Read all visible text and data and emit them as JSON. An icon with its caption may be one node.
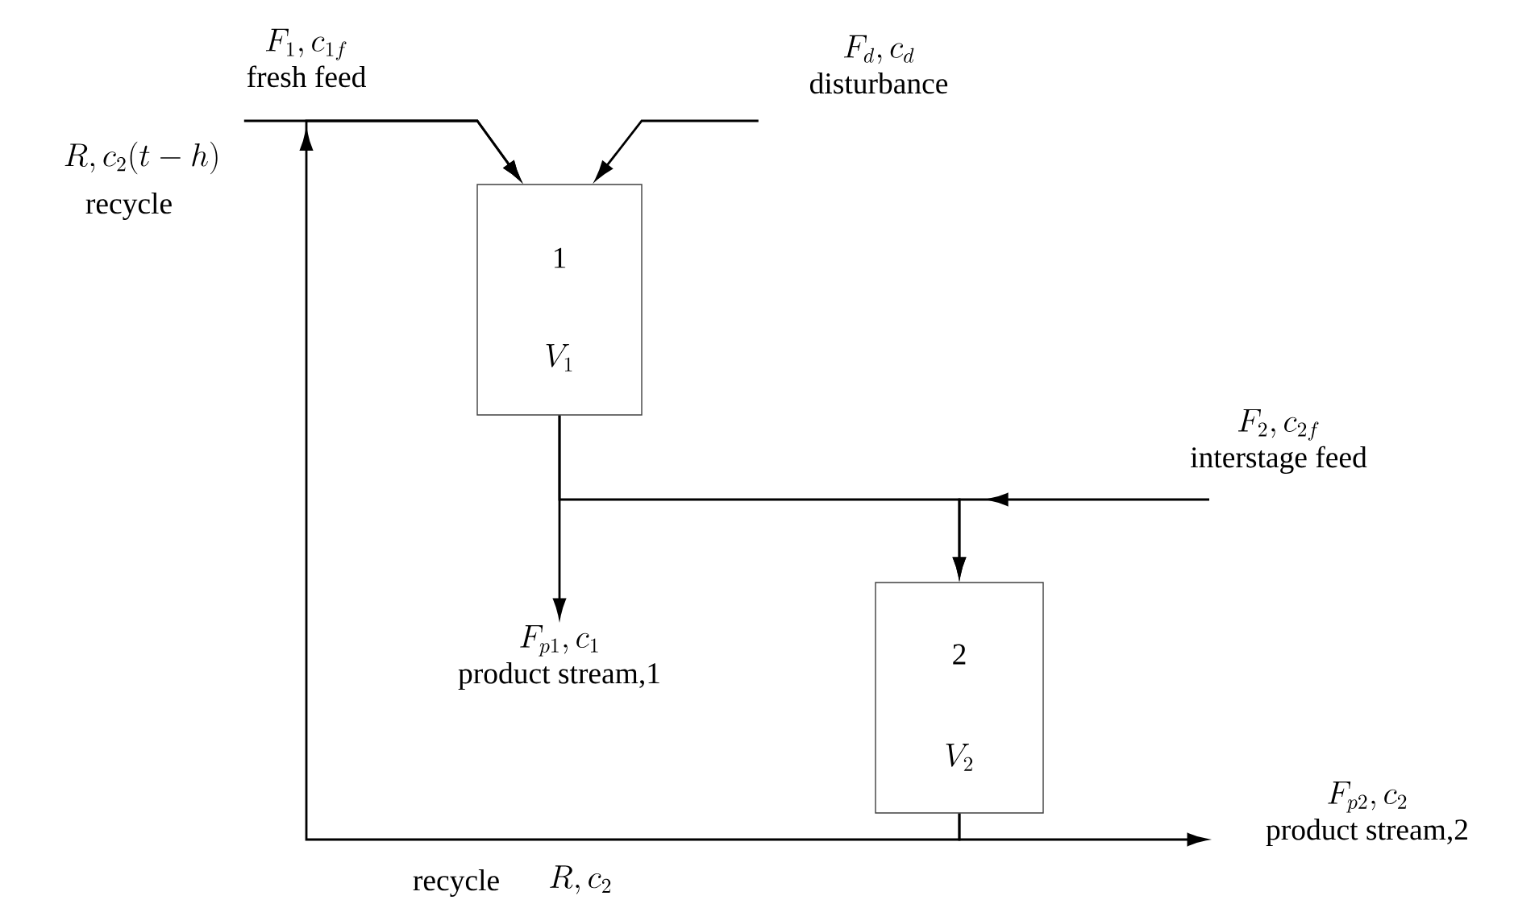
{
  "diagram": {
    "nodes": [
      {
        "text": [
          "1",
          "V_1"
        ]
      },
      {
        "text": [
          "2",
          "V_2"
        ]
      },
      {
        "text": [
          "F_1, c_{1f}",
          "fresh feed"
        ]
      },
      {
        "text": [
          "F_d, c_d",
          "disturbance"
        ]
      },
      {
        "text": [
          "F_2, c_{2f}",
          "interstage feed"
        ]
      },
      {
        "text": [
          "F_{p1}, c_1",
          "product stream,1"
        ]
      },
      {
        "text": [
          "F_{p2}, c_2",
          "product stream,2"
        ]
      }
    ],
    "edges": [
      {
        "from": 2,
        "to": 0,
        "arrow": "to"
      },
      {
        "from": 3,
        "to": 0,
        "arrow": "to"
      },
      {
        "from": 0,
        "to": 5,
        "arrow": "to"
      },
      {
        "from": 0,
        "to": 1,
        "arrow": "to"
      },
      {
        "from": 4,
        "to": 1,
        "arrow": "to"
      },
      {
        "from": 1,
        "to": 6,
        "arrow": "to"
      },
      {
        "from": 1,
        "to": 0,
        "arrow": "to"
      }
    ],
    "labels": [
      "R, c_2(t-h)",
      "recycle",
      "recycle",
      "R, c_2"
    ]
  }
}
